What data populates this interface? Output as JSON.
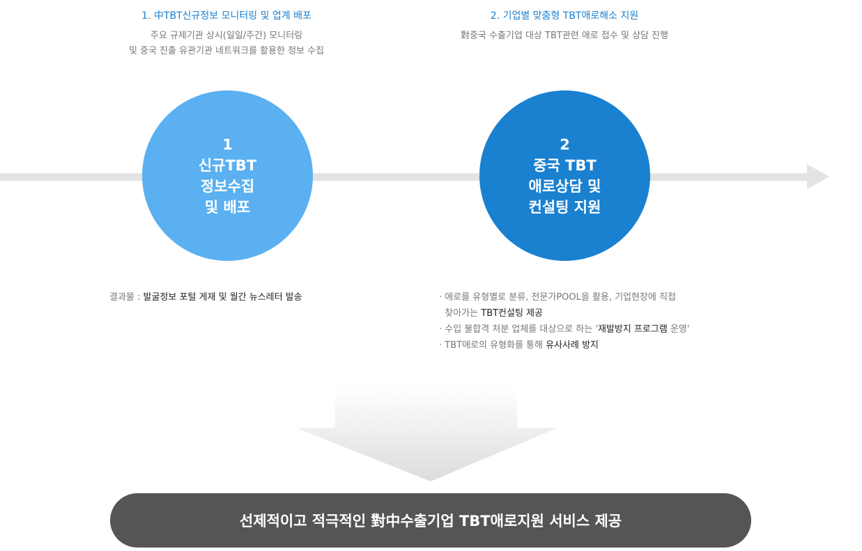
{
  "step1": {
    "heading": "1. 中TBT신규정보 모니터링 및 업계 배포",
    "desc1": "주요 규제기관 상시(일일/주간) 모니터링",
    "desc2": "및 중국 진출 유관기관 네트워크를 활용한 정보 수집",
    "circle": [
      "1",
      "신규TBT",
      "정보수집",
      "및 배포"
    ],
    "result_label": "결과물 : ",
    "result_text": "발굴정보 포털 게재 및 월간 뉴스레터 발송",
    "color": "#5ab0f0"
  },
  "step2": {
    "heading": "2. 기업별 맞춤형 TBT애로해소 지원",
    "desc1": "對중국 수출기업 대상 TBT관련 애로 접수 및 상담 진행",
    "circle": [
      "2",
      "중국 TBT",
      "애로상담 및",
      "컨설팅 지원"
    ],
    "color": "#1a80d0",
    "bullets": [
      {
        "a": "· 애로를 유형별로 분류, 전문가POOL을 활용, 기업현장에 직접",
        "b": "",
        "c": ""
      },
      {
        "a": "  찾아가는 ",
        "b": "TBT컨설팅 제공",
        "c": ""
      },
      {
        "a": "· 수입 불합격 처분 업체를 대상으로 하는 '",
        "b": "재발방지 프로그램",
        "c": " 운영'"
      },
      {
        "a": "· TBT애로의 유형화를 통해 ",
        "b": "유사사례 방지",
        "c": ""
      }
    ]
  },
  "conclusion": "선제적이고 적극적인 對中수출기업 TBT애로지원 서비스 제공"
}
